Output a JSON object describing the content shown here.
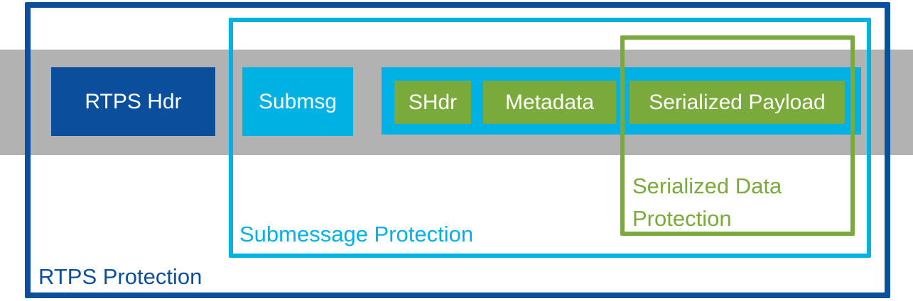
{
  "palette": {
    "dark_blue": "#0b4e9b",
    "cyan": "#00b1e4",
    "green": "#7aa93c",
    "gray_band": "#b3b2b2",
    "box_text": "#ffffff"
  },
  "diagram": {
    "boxes": {
      "rtps_hdr": "RTPS Hdr",
      "submsg": "Submsg",
      "shdr": "SHdr",
      "metadata": "Metadata",
      "serialized_payload": "Serialized Payload"
    },
    "labels": {
      "rtps_protection": "RTPS Protection",
      "submessage_protection": "Submessage Protection",
      "serialized_data_protection_line1": "Serialized Data",
      "serialized_data_protection_line2": "Protection"
    }
  }
}
